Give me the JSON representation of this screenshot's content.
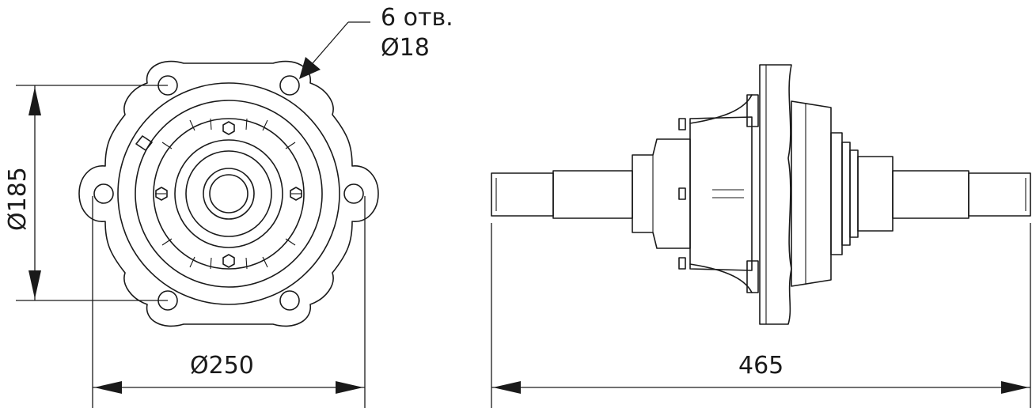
{
  "callout": {
    "line1": "6 отв.",
    "line2": "Ø18"
  },
  "dimensions": {
    "height_diameter": "Ø185",
    "flange_diameter": "Ø250",
    "total_length": "465"
  },
  "colors": {
    "line": "#1a1a1a",
    "background": "#ffffff"
  }
}
